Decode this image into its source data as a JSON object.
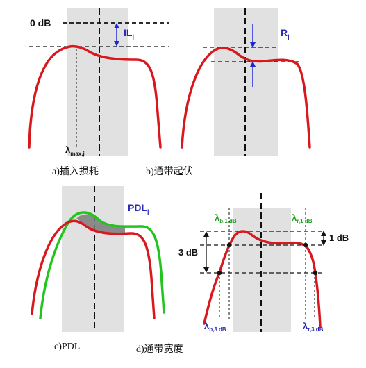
{
  "panels": [
    {
      "id": "a",
      "caption": "a)插入损耗",
      "labels": {
        "zero_db": "0 dB",
        "il": "IL",
        "il_sub": "j",
        "lambda": "λ",
        "lambda_sub": "max,j"
      }
    },
    {
      "id": "b",
      "caption": "b)通带起伏",
      "labels": {
        "r": "R",
        "r_sub": "j"
      }
    },
    {
      "id": "c",
      "caption": "c)PDL",
      "labels": {
        "pdl": "PDL",
        "pdl_sub": "j"
      }
    },
    {
      "id": "d",
      "caption": "d)通带宽度",
      "labels": {
        "one_db": "1 dB",
        "three_db": "3 dB",
        "lambda": "λ",
        "lb1_sub": "b,1 dB",
        "lr1_sub": "r,1 dB",
        "lb3_sub": "b,3 dB",
        "lr3_sub": "r,3 dB"
      }
    }
  ],
  "colors": {
    "red_curve": "#d9181e",
    "green_curve": "#22c41e",
    "band_fill": "#e1e1e1",
    "label_blue": "#2a2ab4",
    "label_green": "#22a022",
    "arrow_blue": "#1c2ad0",
    "pdl_gap_fill": "#7a7a7a"
  }
}
